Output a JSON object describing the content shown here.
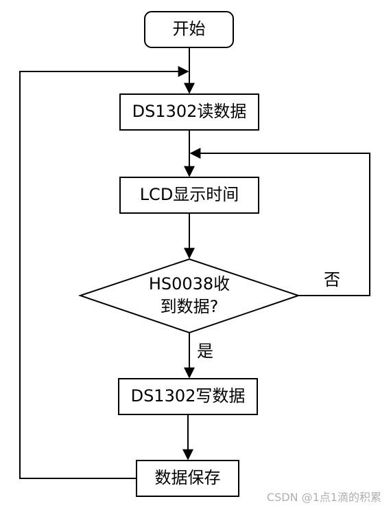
{
  "nodes": {
    "start": "开始",
    "read": "DS1302读数据",
    "display": "LCD显示时间",
    "decision_line1": "HS0038收",
    "decision_line2": "到数据?",
    "write": "DS1302写数据",
    "save": "数据保存"
  },
  "edge_labels": {
    "yes": "是",
    "no": "否"
  },
  "watermark": "CSDN @1点1滴的积累"
}
